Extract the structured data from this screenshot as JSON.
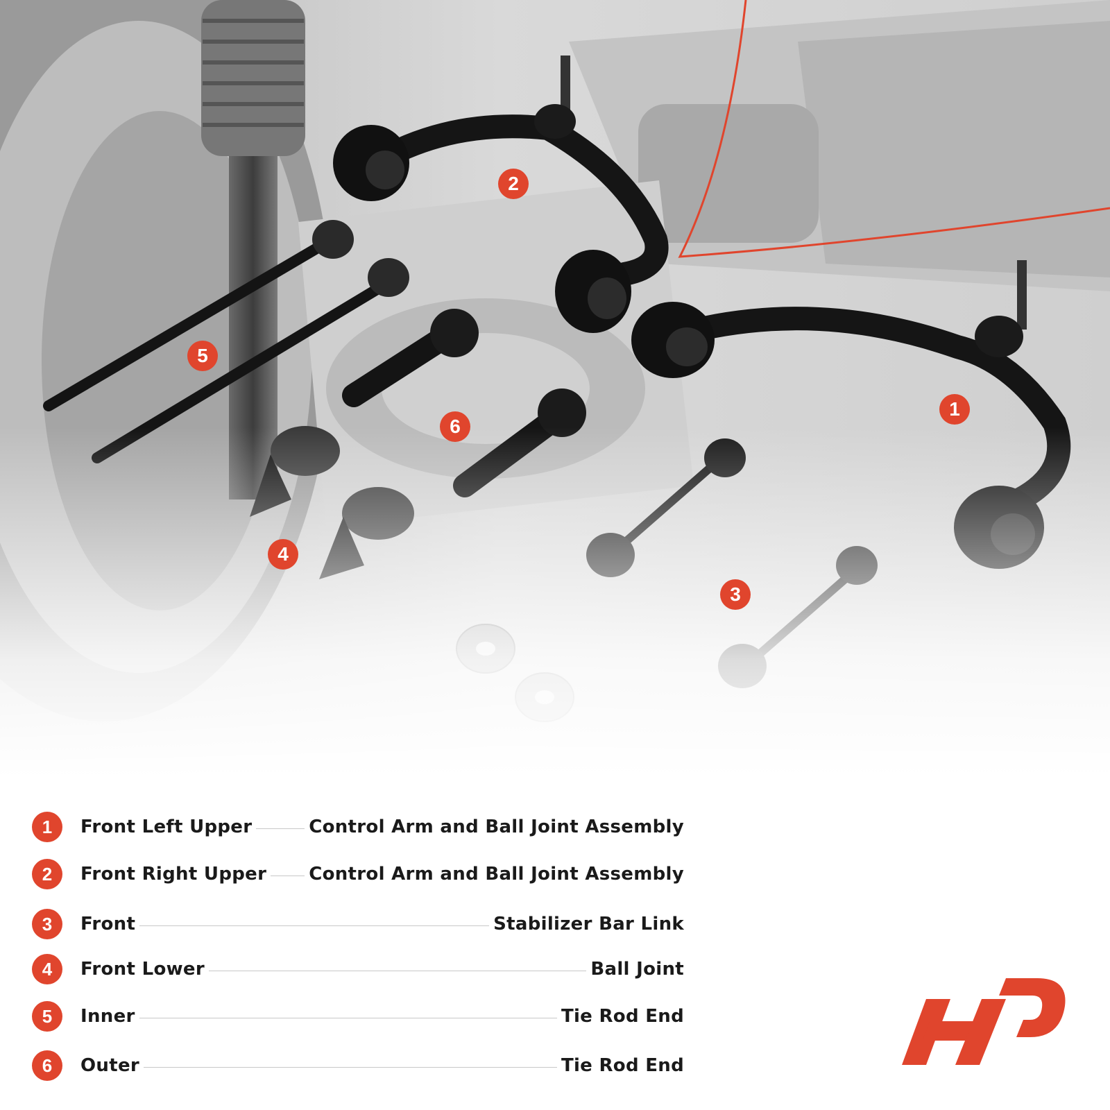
{
  "brand": {
    "accent": "#e0452d",
    "logo": "a-premium-logo"
  },
  "parts": [
    {
      "number": "1",
      "left": "Front Left Upper",
      "right": "Control Arm and Ball Joint Assembly"
    },
    {
      "number": "2",
      "left": "Front Right Upper",
      "right": "Control Arm and Ball Joint Assembly"
    },
    {
      "number": "3",
      "left": "Front",
      "right": "Stabilizer Bar Link"
    },
    {
      "number": "4",
      "left": "Front Lower",
      "right": "Ball Joint"
    },
    {
      "number": "5",
      "left": "Inner",
      "right": "Tie Rod End"
    },
    {
      "number": "6",
      "left": "Outer",
      "right": "Tie Rod End"
    }
  ],
  "photo_markers": [
    "1",
    "2",
    "3",
    "4",
    "5",
    "6"
  ]
}
